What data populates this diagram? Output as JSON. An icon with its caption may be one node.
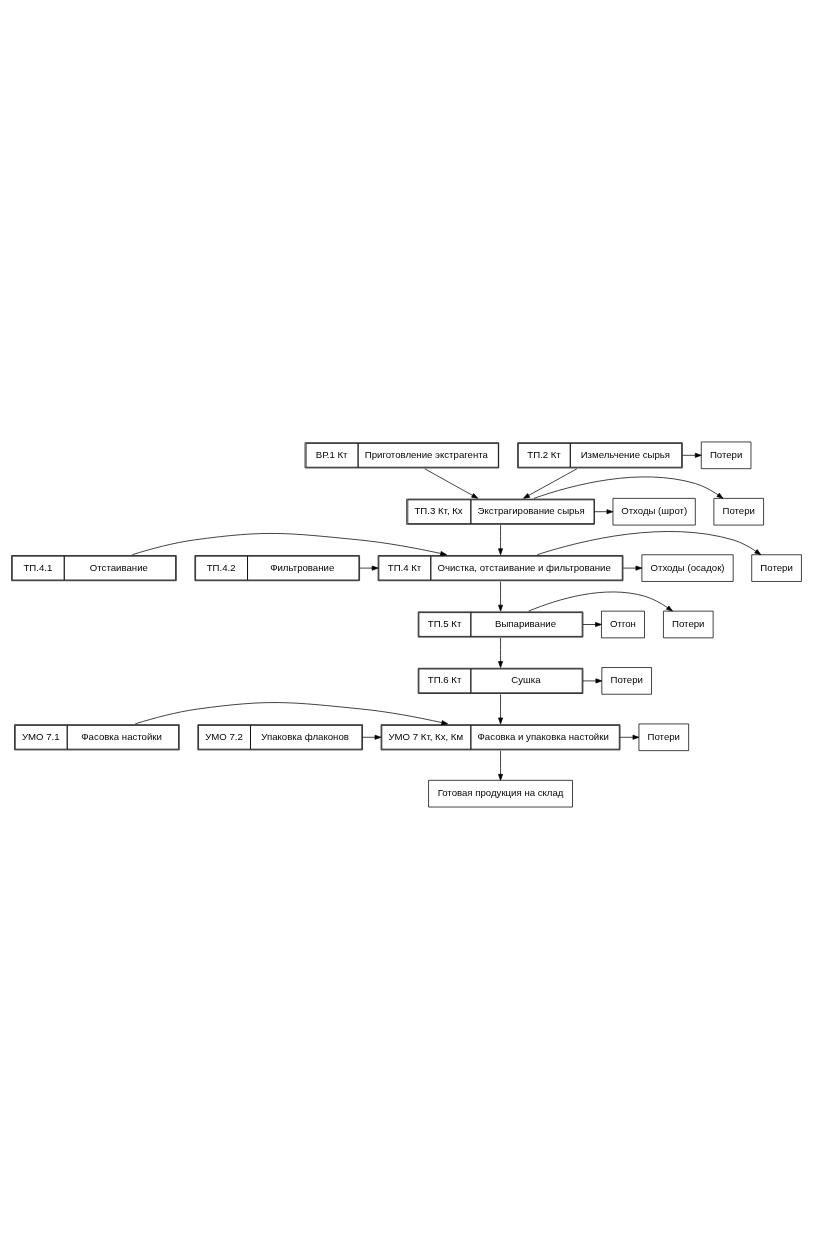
{
  "diagram": {
    "nodes": [
      {
        "text": [
          "ВР.1 Кт",
          "Приготовление экстрагента"
        ]
      },
      {
        "text": [
          "ТП.2 Кт",
          "Измельчение сырья"
        ]
      },
      {
        "text": [
          "Потери"
        ]
      },
      {
        "text": [
          "ТП.3 Кт, Кх",
          "Экстрагирование сырья"
        ]
      },
      {
        "text": [
          "Потери"
        ]
      },
      {
        "text": [
          "Отходы (шрот)"
        ]
      },
      {
        "text": [
          "ТП.4.1",
          "Отстаивание"
        ]
      },
      {
        "text": [
          "ТП.4 Кт",
          "Очистка, отстаивание и фильтрование"
        ]
      },
      {
        "text": [
          "Потери"
        ]
      },
      {
        "text": [
          "ТП.4.2",
          "Фильтрование"
        ]
      },
      {
        "text": [
          "Отходы (осадок)"
        ]
      },
      {
        "text": [
          "ТП.5 Кт",
          "Выпаривание"
        ]
      },
      {
        "text": [
          "Потери"
        ]
      },
      {
        "text": [
          "Отгон"
        ]
      },
      {
        "text": [
          "ТП.6 Кт",
          "Сушка"
        ]
      },
      {
        "text": [
          "Потери"
        ]
      },
      {
        "text": [
          "УМО 7.1",
          "Фасовка настойки"
        ]
      },
      {
        "text": [
          "УМО 7 Кт, Кх, Км",
          "Фасовка и упаковка настойки"
        ]
      },
      {
        "text": [
          "Потери"
        ]
      },
      {
        "text": [
          "УМО 7.2",
          "Упаковка флаконов"
        ]
      },
      {
        "text": [
          "Готовая продукция на склад"
        ]
      }
    ],
    "edges": [
      {
        "from": 0,
        "to": 3,
        "arrow": "to"
      },
      {
        "from": 1,
        "to": 2,
        "arrow": "to"
      },
      {
        "from": 1,
        "to": 3,
        "arrow": "to"
      },
      {
        "from": 3,
        "to": 4,
        "arrow": "to"
      },
      {
        "from": 3,
        "to": 5,
        "arrow": "to"
      },
      {
        "from": 3,
        "to": 7,
        "arrow": "to"
      },
      {
        "from": 6,
        "to": 7,
        "arrow": "to"
      },
      {
        "from": 9,
        "to": 7,
        "arrow": "to"
      },
      {
        "from": 7,
        "to": 8,
        "arrow": "to"
      },
      {
        "from": 7,
        "to": 10,
        "arrow": "to"
      },
      {
        "from": 7,
        "to": 11,
        "arrow": "to"
      },
      {
        "from": 11,
        "to": 12,
        "arrow": "to"
      },
      {
        "from": 11,
        "to": 13,
        "arrow": "to"
      },
      {
        "from": 11,
        "to": 14,
        "arrow": "to"
      },
      {
        "from": 14,
        "to": 15,
        "arrow": "to"
      },
      {
        "from": 14,
        "to": 17,
        "arrow": "to"
      },
      {
        "from": 16,
        "to": 17,
        "arrow": "to"
      },
      {
        "from": 19,
        "to": 17,
        "arrow": "to"
      },
      {
        "from": 17,
        "to": 18,
        "arrow": "to"
      },
      {
        "from": 17,
        "to": 20,
        "arrow": "to"
      }
    ]
  }
}
